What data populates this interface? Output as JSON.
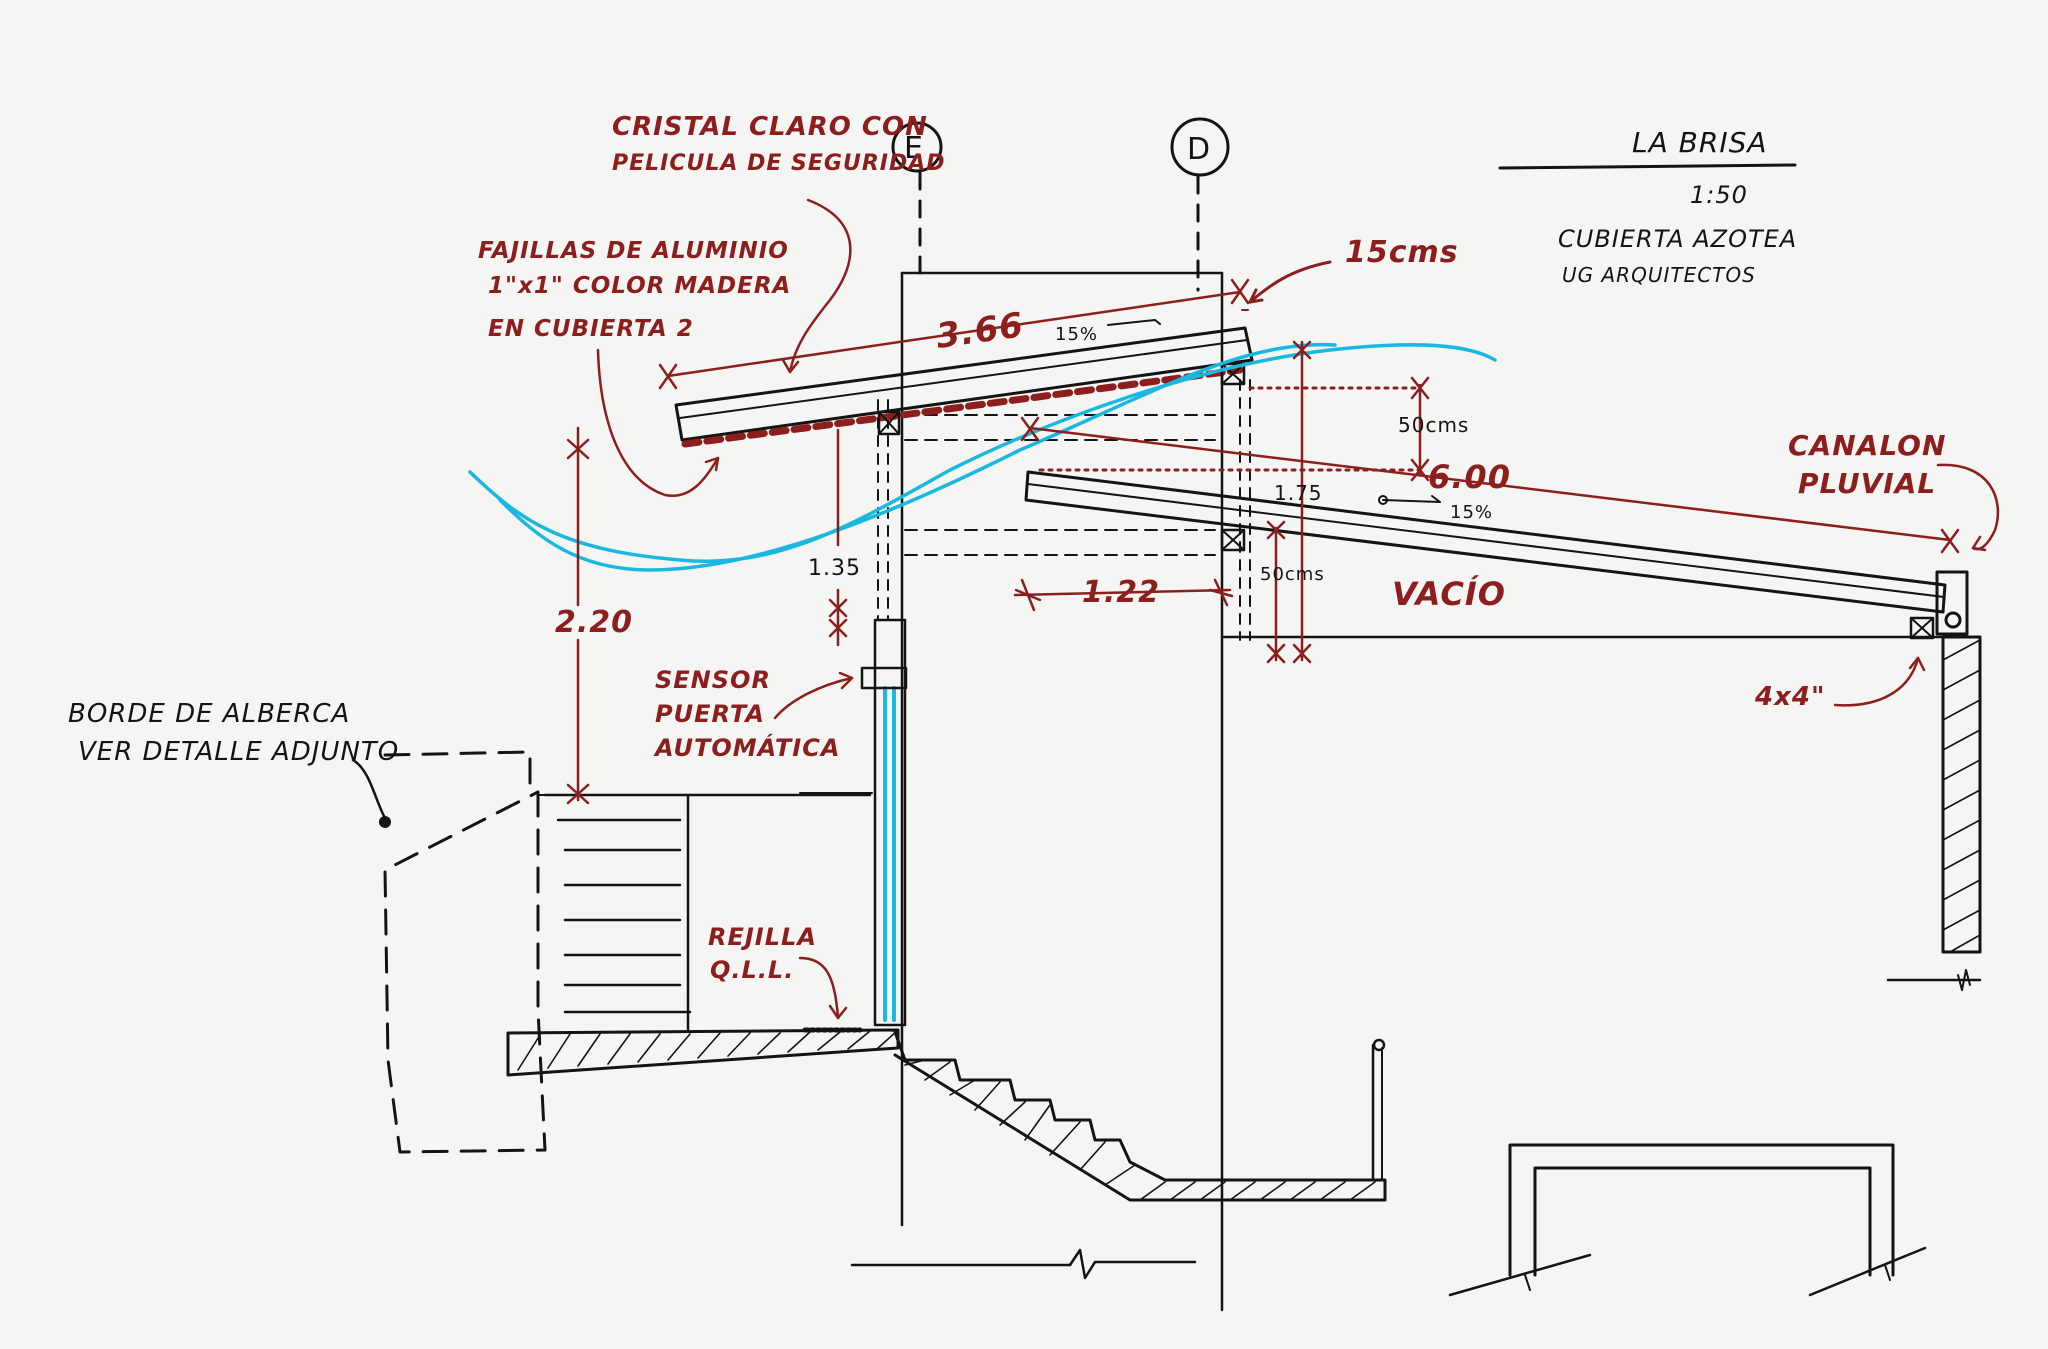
{
  "title_block": {
    "project": "LA BRISA",
    "scale": "1:50",
    "subtitle": "CUBIERTA AZOTEA",
    "firm": "UG ARQUITECTOS"
  },
  "grid_axes": {
    "e": "E",
    "d": "D"
  },
  "annotations": {
    "glass_line1": "CRISTAL CLARO CON",
    "glass_line2": "PELICULA DE SEGURIDAD",
    "slats_line1": "FAJILLAS DE ALUMINIO",
    "slats_line2": "1\"x1\" COLOR MADERA",
    "slats_line3": "EN CUBIERTA 2",
    "gutter_line1": "CANALON",
    "gutter_line2": "PLUVIAL",
    "sensor_line1": "SENSOR",
    "sensor_line2": "PUERTA",
    "sensor_line3": "AUTOMÁTICA",
    "grille_line1": "REJILLA",
    "grille_line2": "Q.L.L.",
    "pool_line1": "BORDE DE ALBERCA",
    "pool_line2": "VER DETALLE ADJUNTO",
    "void": "VACÍO",
    "post": "4x4\""
  },
  "dimensions": {
    "upper_span": "3.66",
    "lower_span": "6.00",
    "edge": "15cms",
    "overlap": "50cms",
    "height_175": "1.75",
    "height_220": "2.20",
    "height_135": "1.35",
    "cantilever": "1.22",
    "beam_50": "50cms",
    "slope_upper": "15%",
    "slope_lower": "15%"
  }
}
